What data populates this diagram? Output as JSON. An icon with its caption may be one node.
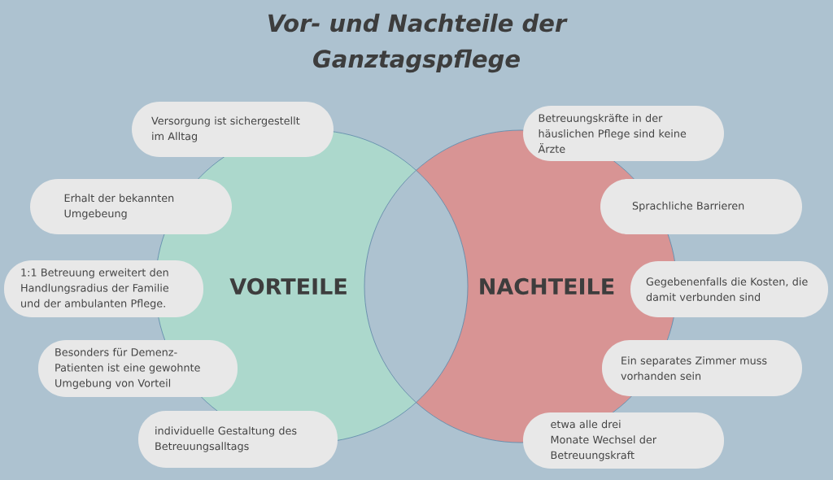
{
  "diagram": {
    "title": "Vor- und Nachteile der Ganztagspflege",
    "nodes": [
      {
        "text": [
          "VORTEILE"
        ]
      },
      {
        "text": [
          "NACHTEILE"
        ]
      },
      {
        "text": [
          "Versorgung ist sichergestellt im Alltag"
        ]
      },
      {
        "text": [
          "Erhalt der bekannten Umgebeung"
        ]
      },
      {
        "text": [
          "1:1 Betreuung erweitert den Handlungsradius der Familie und der ambulanten Pflege."
        ]
      },
      {
        "text": [
          "Besonders für Demenz-Patienten ist eine gewohnte Umgebung von Vorteil"
        ]
      },
      {
        "text": [
          "individuelle Gestaltung des Betreuungsalltags"
        ]
      },
      {
        "text": [
          "Betreuungskräfte in der häuslichen Pflege sind keine Ärzte"
        ]
      },
      {
        "text": [
          "Sprachliche Barrieren"
        ]
      },
      {
        "text": [
          "Gegebenenfalls die Kosten, die damit verbunden sind"
        ]
      },
      {
        "text": [
          "Ein separates Zimmer muss vorhanden sein"
        ]
      },
      {
        "text": [
          "etwa alle drei Monate Wechsel der Betreuungskraft"
        ]
      }
    ]
  }
}
